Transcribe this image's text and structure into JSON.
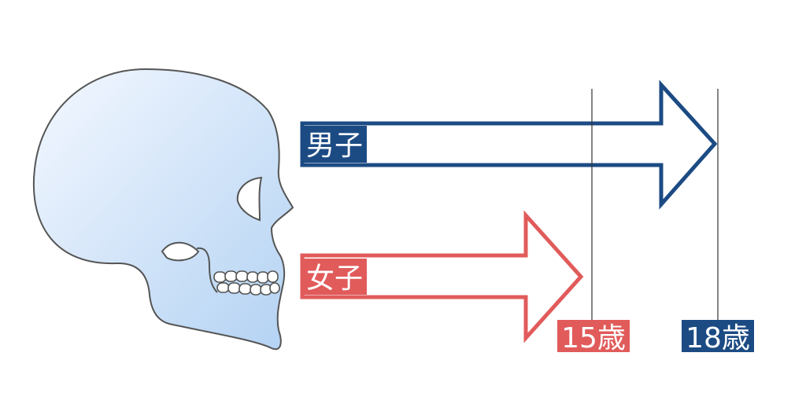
{
  "colors": {
    "male": "#1c4b84",
    "female": "#e15b5b",
    "skull_fill_light": "#f4f8ff",
    "skull_fill_dark": "#b8d6f4",
    "skull_stroke": "#555555",
    "guide_line": "#333333"
  },
  "arrows": {
    "male": {
      "label": "男子"
    },
    "female": {
      "label": "女子"
    }
  },
  "age_markers": {
    "female": {
      "label": "15歳"
    },
    "male": {
      "label": "18歳"
    }
  },
  "illustration": {
    "icon": "skull-profile-icon"
  }
}
